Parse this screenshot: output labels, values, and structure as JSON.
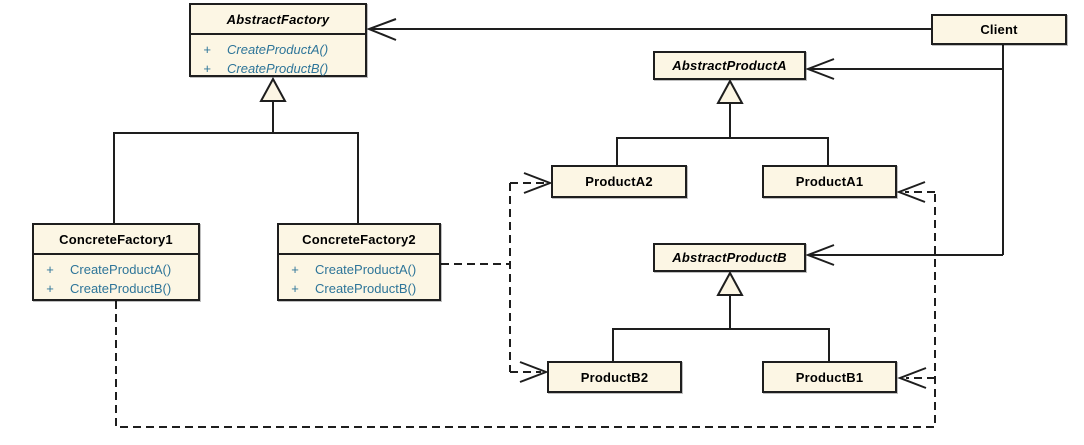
{
  "colors": {
    "background": "#ffffff",
    "box_fill": "#fcf6e4",
    "box_border": "#1e1e1e",
    "line": "#1e1e1e",
    "title_text": "#000000",
    "method_text": "#2e7599"
  },
  "classes": {
    "abstract_factory": {
      "name": "AbstractFactory",
      "abstract": true,
      "methods": [
        {
          "vis": "+",
          "sig": "CreateProductA()"
        },
        {
          "vis": "+",
          "sig": "CreateProductB()"
        }
      ]
    },
    "client": {
      "name": "Client"
    },
    "abstract_product_a": {
      "name": "AbstractProductA",
      "abstract": true
    },
    "product_a2": {
      "name": "ProductA2"
    },
    "product_a1": {
      "name": "ProductA1"
    },
    "abstract_product_b": {
      "name": "AbstractProductB",
      "abstract": true
    },
    "product_b2": {
      "name": "ProductB2"
    },
    "product_b1": {
      "name": "ProductB1"
    },
    "concrete_factory1": {
      "name": "ConcreteFactory1",
      "methods": [
        {
          "vis": "+",
          "sig": "CreateProductA()"
        },
        {
          "vis": "+",
          "sig": "CreateProductB()"
        }
      ]
    },
    "concrete_factory2": {
      "name": "ConcreteFactory2",
      "methods": [
        {
          "vis": "+",
          "sig": "CreateProductA()"
        },
        {
          "vis": "+",
          "sig": "CreateProductB()"
        }
      ]
    }
  },
  "edges": [
    {
      "from": "ConcreteFactory1",
      "to": "AbstractFactory",
      "type": "generalization"
    },
    {
      "from": "ConcreteFactory2",
      "to": "AbstractFactory",
      "type": "generalization"
    },
    {
      "from": "ProductA2",
      "to": "AbstractProductA",
      "type": "generalization"
    },
    {
      "from": "ProductA1",
      "to": "AbstractProductA",
      "type": "generalization"
    },
    {
      "from": "ProductB2",
      "to": "AbstractProductB",
      "type": "generalization"
    },
    {
      "from": "ProductB1",
      "to": "AbstractProductB",
      "type": "generalization"
    },
    {
      "from": "Client",
      "to": "AbstractFactory",
      "type": "association"
    },
    {
      "from": "Client",
      "to": "AbstractProductA",
      "type": "association"
    },
    {
      "from": "Client",
      "to": "AbstractProductB",
      "type": "association"
    },
    {
      "from": "ConcreteFactory2",
      "to": "ProductA2",
      "type": "dependency"
    },
    {
      "from": "ConcreteFactory2",
      "to": "ProductB2",
      "type": "dependency"
    },
    {
      "from": "ConcreteFactory1",
      "to": "ProductA1",
      "type": "dependency"
    },
    {
      "from": "ConcreteFactory1",
      "to": "ProductB1",
      "type": "dependency"
    }
  ]
}
